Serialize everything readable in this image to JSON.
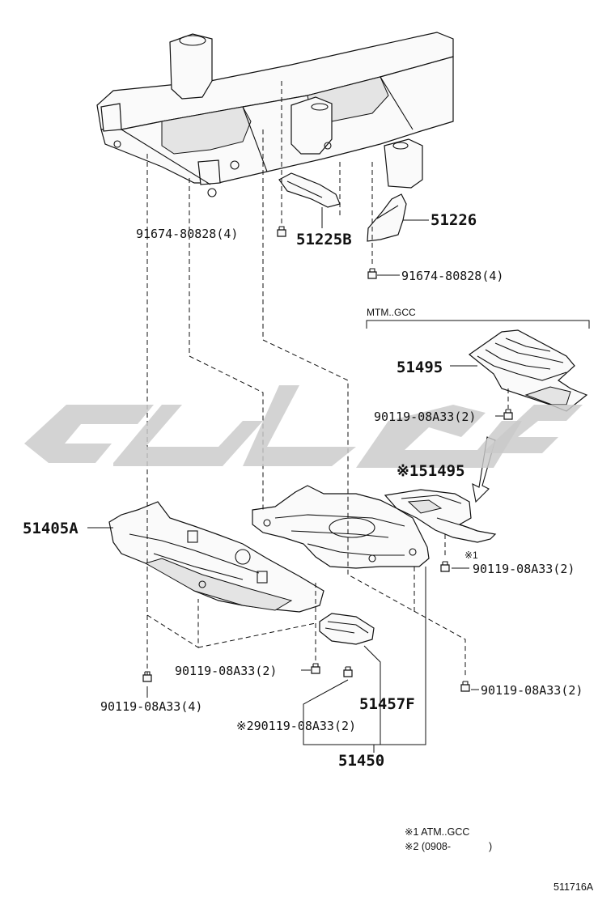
{
  "labels": {
    "bolt_front_frame": "91674-80828(4)",
    "bracket_center": "51225B",
    "bracket_right": "51226",
    "bolt_right_frame": "91674-80828(4)",
    "mtm_variant": "MTM..GCC",
    "cover_top": "51495",
    "bolt_cover_top": "90119-08A33(2)",
    "cover_mid": "※151495",
    "cover_front": "51405A",
    "mark_1": "※1",
    "bolt_cover_mid": "90119-08A33(2)",
    "bolt_center_small": "90119-08A33(2)",
    "bolt_far_left": "90119-08A33(4)",
    "sub_cover": "51457F",
    "bolt_right_lower": "90119-08A33(2)",
    "bolt_note2": "※290119-08A33(2)",
    "assembly": "51450",
    "note_1": "※1 ATM..GCC",
    "note_2": "※2 (0908-",
    "note_2_close": ")",
    "figure_id": "511716A"
  },
  "colors": {
    "line": "#111111",
    "watermark": "#c9c9c9",
    "background": "#ffffff"
  },
  "icons": {
    "bolt": "bolt-icon",
    "arrow": "direction-arrow-icon",
    "watermark": "watermark-logo"
  }
}
